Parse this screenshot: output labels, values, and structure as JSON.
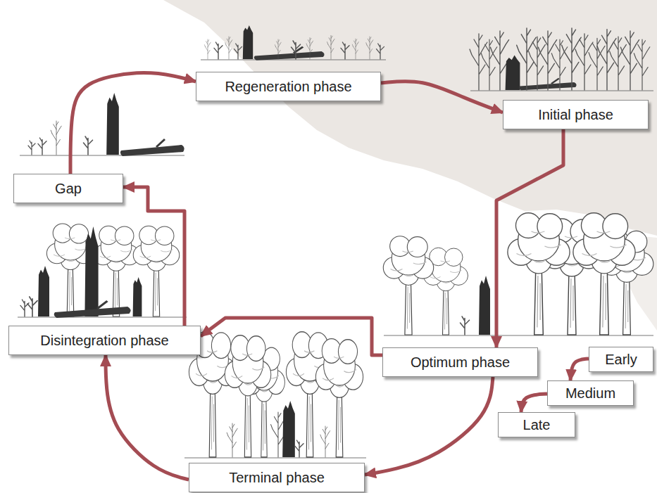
{
  "diagram": {
    "nodes": [
      {
        "text": [
          "Regeneration phase"
        ]
      },
      {
        "text": [
          "Initial phase"
        ]
      },
      {
        "text": [
          "Gap"
        ]
      },
      {
        "text": [
          "Disintegration phase"
        ]
      },
      {
        "text": [
          "Optimum phase"
        ]
      },
      {
        "text": [
          "Early"
        ]
      },
      {
        "text": [
          "Medium"
        ]
      },
      {
        "text": [
          "Late"
        ]
      },
      {
        "text": [
          "Terminal phase"
        ]
      }
    ],
    "edges": [
      {
        "from": 2,
        "to": 0,
        "arrow": "to"
      },
      {
        "from": 0,
        "to": 1,
        "arrow": "to"
      },
      {
        "from": 1,
        "to": 4,
        "arrow": "to"
      },
      {
        "from": 4,
        "to": 8,
        "arrow": "to"
      },
      {
        "from": 4,
        "to": 3,
        "arrow": "to"
      },
      {
        "from": 8,
        "to": 3,
        "arrow": "to"
      },
      {
        "from": 3,
        "to": 2,
        "arrow": "to"
      },
      {
        "from": 5,
        "to": 6,
        "arrow": "to"
      },
      {
        "from": 6,
        "to": 7,
        "arrow": "to"
      }
    ]
  }
}
